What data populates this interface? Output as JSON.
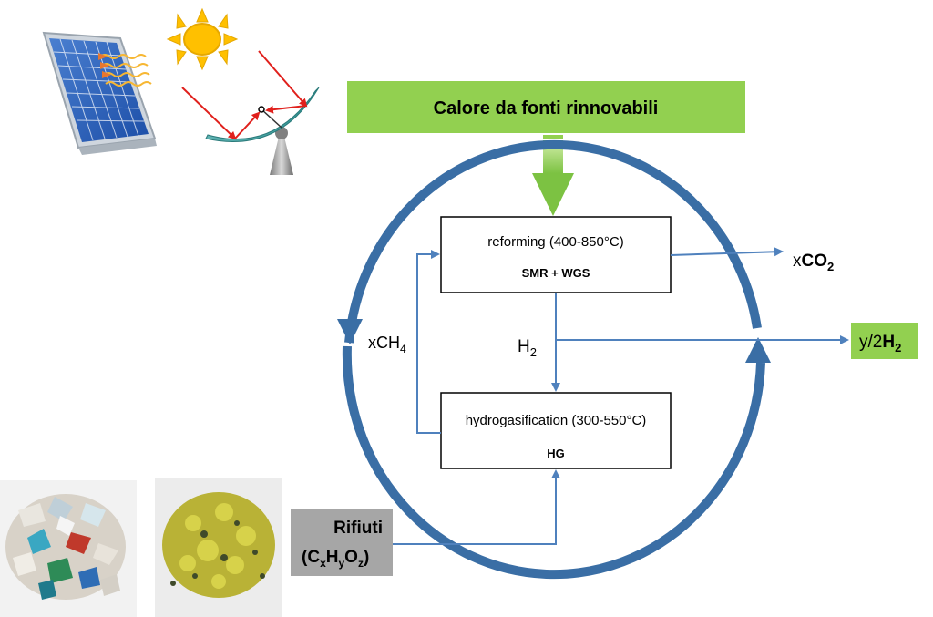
{
  "heat_source": {
    "label": "Calore da fonti rinnovabili"
  },
  "reformer": {
    "title": "reforming (400-850°C)",
    "subtitle": "SMR + WGS"
  },
  "gasifier": {
    "title": "hydrogasification (300-550°C)",
    "subtitle": "HG"
  },
  "co2_output": {
    "prefix": "x",
    "formula": "CO",
    "subscript": "2"
  },
  "h2_output": {
    "prefix": "y/2",
    "formula": "H",
    "subscript": "2"
  },
  "h2_stream": {
    "formula": "H",
    "subscript": "2"
  },
  "ch4_stream": {
    "formula": "xCH",
    "subscript": "4"
  },
  "waste_input": {
    "line1": "Rifiuti",
    "line2_open": "(C",
    "sub_x": "x",
    "mid_h": "H",
    "sub_y": "y",
    "mid_o": "O",
    "sub_z": "z",
    "line2_close": ")"
  },
  "colors": {
    "green": "#92d050",
    "blue_line": "#4f81bd",
    "blue_ring": "#3a6ea5",
    "grey_box": "#a6a6a6",
    "red_ray": "#e0201c",
    "sun": "#ffc000"
  },
  "icons": [
    "solar-panel-icon",
    "sun-icon",
    "solar-dish-icon",
    "plastic-waste-photo",
    "shredded-waste-photo"
  ]
}
